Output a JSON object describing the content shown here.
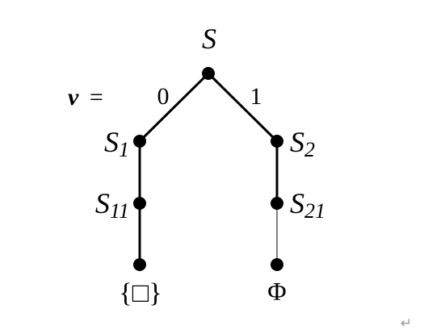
{
  "diagram": {
    "root_label": "S",
    "vector_label": {
      "symbol": "v",
      "equals": "="
    },
    "edge_labels": {
      "left": "0",
      "right": "1"
    },
    "nodes": {
      "s1": {
        "base": "S",
        "sub": "1"
      },
      "s2": {
        "base": "S",
        "sub": "2"
      },
      "s11": {
        "base": "S",
        "sub": "11"
      },
      "s21": {
        "base": "S",
        "sub": "21"
      }
    },
    "leaves": {
      "left": "{□}",
      "right": "Φ"
    }
  },
  "trailing_mark": "↵",
  "colors": {
    "ink": "#000000",
    "return_mark": "#9a9a9a"
  }
}
